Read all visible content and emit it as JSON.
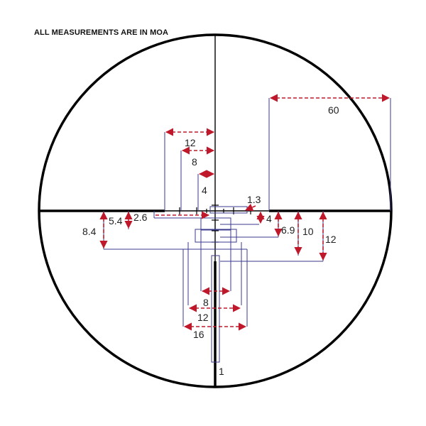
{
  "header": {
    "note": "ALL MEASUREMENTS ARE IN MOA"
  },
  "colors": {
    "reticle": "#000000",
    "guide": "#3a3a8c",
    "arrow": "#c0182b",
    "text": "#222222"
  },
  "labels": {
    "top_60": "60",
    "top_12": "12",
    "top_8": "8",
    "top_4": "4",
    "right_1_3": "1.3",
    "left_2_6": "2.6",
    "left_5_4": "5.4",
    "left_8_4": "8.4",
    "right_4": "4",
    "right_6_9": "6.9",
    "right_10": "10",
    "right_12": "12",
    "bottom_8": "8",
    "bottom_12": "12",
    "bottom_16": "16",
    "bottom_1": "1"
  }
}
